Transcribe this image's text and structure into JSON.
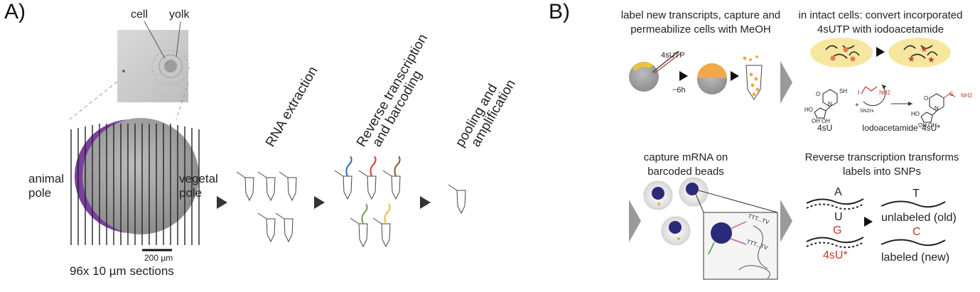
{
  "panel_a": {
    "label": "A)",
    "photo_labels": {
      "cell": "cell",
      "yolk": "yolk"
    },
    "animal_pole": "animal\npole",
    "vegetal_pole": "vegetal\npole",
    "scale_bar": "200 µm",
    "sections_caption": "96x 10 µm sections",
    "steps": {
      "rna_extraction": "RNA extraction",
      "rt_barcoding_line1": "Reverse transcription",
      "rt_barcoding_line2": "and barcoding",
      "pooling_line1": "pooling and",
      "pooling_line2": "amplification"
    },
    "colors": {
      "animal": "#7b3fa0",
      "embryo": "#9a9a9a",
      "photo_bg": "#cdcdcd"
    }
  },
  "panel_b": {
    "label": "B)",
    "step1_title": "label new transcripts, capture and\npermeabilize cells with MeOH",
    "step2_title": "in intact cells: convert incorporated\n4sUTP with iodoacetamide",
    "reagent": "4sUTP",
    "time": "~6h",
    "chem_labels": {
      "sU": "4sU",
      "iodo": "Iodoacetamide",
      "sU_star": "4sU*",
      "sn2": "SN2rx",
      "plus": "+",
      "sh": "SH",
      "o": "O",
      "n": "N",
      "ho": "HO",
      "oh": "OH",
      "i": "I",
      "nh2": "NH2",
      "s": "S"
    },
    "step3_title": "capture mRNA on\nbarcoded beads",
    "step4_title": "Reverse transcription transforms\nlabels into SNPs",
    "bead_labels": {
      "ttt1": "TTT...TV",
      "ttt2": "TTT...TV"
    },
    "snp": {
      "old_template": "A",
      "old_rna": "U",
      "old_result": "T",
      "old_caption": "unlabeled (old)",
      "new_template": "G",
      "new_rna": "4sU*",
      "new_result": "C",
      "new_caption": "labeled (new)"
    },
    "colors": {
      "yolk_orange": "#f0a94a",
      "cell_yellow": "#f6e7a0",
      "bead": "#2a2a7a",
      "label_red": "#c0392b"
    }
  }
}
